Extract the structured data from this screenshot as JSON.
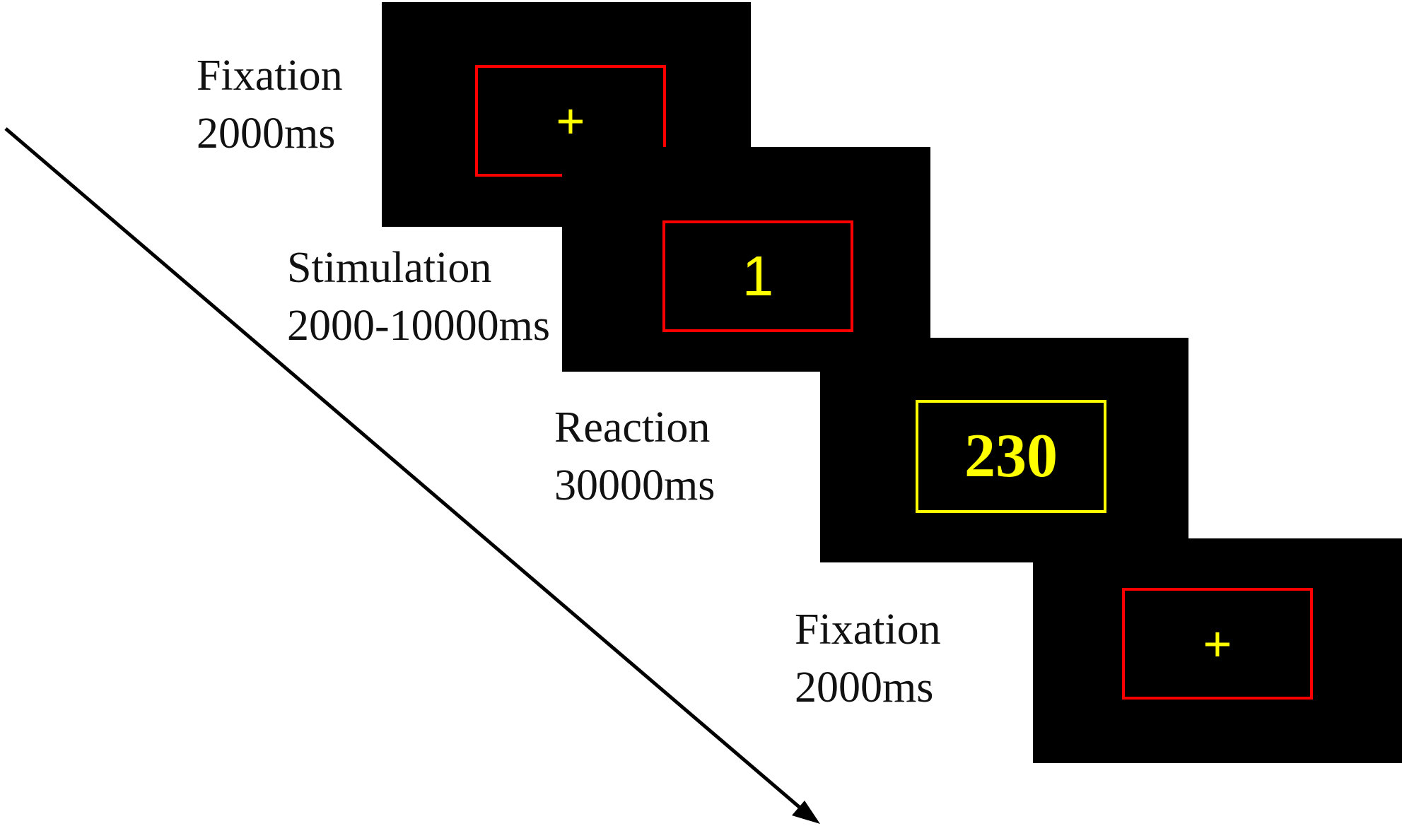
{
  "colors": {
    "background": "#ffffff",
    "screen": "#000000",
    "frame_default": "#ff0000",
    "frame_response": "#ffff00",
    "stimulus_text": "#ffff00",
    "label_text": "#111111",
    "arrow": "#000000"
  },
  "steps": [
    {
      "name": "Fixation",
      "duration": "2000ms",
      "stimulus": "+"
    },
    {
      "name": "Stimulation",
      "duration": "2000-10000ms",
      "stimulus": "1"
    },
    {
      "name": "Reaction",
      "duration": "30000ms",
      "stimulus": "230"
    },
    {
      "name": "Fixation",
      "duration": "2000ms",
      "stimulus": "+"
    }
  ],
  "time_arrow": {
    "icon": "arrow-down-right-icon"
  }
}
